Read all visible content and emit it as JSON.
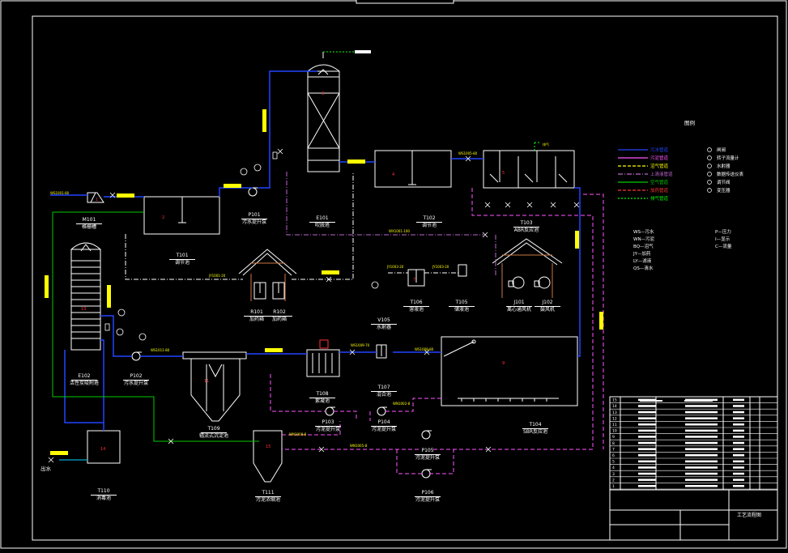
{
  "colors": {
    "background": "#000000",
    "frame": "#ffffff",
    "sewage": "#2244ff",
    "sludge": "#ff55ff",
    "gas": "#ffff00",
    "supernatant": "#bb66cc",
    "air": "#00cc00",
    "reagent": "#ff3333",
    "vent": "#00ff00",
    "equipment_id": "#ff3030",
    "line_tag": "#ffff00"
  },
  "top_tab": "",
  "legend": {
    "title": "图例",
    "lines": [
      {
        "label": "污水管道",
        "color": "#2244ff",
        "dash": ""
      },
      {
        "label": "污泥管道",
        "color": "#ff55ff",
        "dash": ""
      },
      {
        "label": "沼气管道",
        "color": "#ffff00",
        "dash": "4,2"
      },
      {
        "label": "上清液管道",
        "color": "#bb66cc",
        "dash": "6,2,1,2"
      },
      {
        "label": "空气管道",
        "color": "#00cc00",
        "dash": ""
      },
      {
        "label": "加药管道",
        "color": "#ff3333",
        "dash": "4,2"
      },
      {
        "label": "排气管道",
        "color": "#00ff00",
        "dash": "2,2"
      }
    ],
    "symbols": [
      "闸阀",
      "转子流量计",
      "水射器",
      "数据传送仪表",
      "调节阀",
      "变压器"
    ],
    "codes": [
      "WS—污水",
      "WN—污泥",
      "BQ—沼气",
      "JY—加药",
      "LY—滤液",
      "QS—清水"
    ],
    "instruments": [
      "P—压力",
      "I—显示",
      "C—流量"
    ]
  },
  "equipment": [
    {
      "code": "M101",
      "name": "格栅槽"
    },
    {
      "code": "P101",
      "name": "污水提升泵"
    },
    {
      "code": "E101",
      "name": "吹脱塔"
    },
    {
      "code": "T102",
      "name": "调节池"
    },
    {
      "code": "T103",
      "name": "ABR反应池"
    },
    {
      "code": "T101",
      "name": "调节池"
    },
    {
      "code": "R101",
      "name": "加药箱"
    },
    {
      "code": "R102",
      "name": "加药箱"
    },
    {
      "code": "T106",
      "name": "溶液池"
    },
    {
      "code": "T105",
      "name": "储液池"
    },
    {
      "code": "J101",
      "name": "离心通风机"
    },
    {
      "code": "J102",
      "name": "鼓风机"
    },
    {
      "code": "V105",
      "name": "水射器"
    },
    {
      "code": "E102",
      "name": "活性炭吸附塔"
    },
    {
      "code": "P102",
      "name": "污水提升泵"
    },
    {
      "code": "T108",
      "name": "絮凝池"
    },
    {
      "code": "T107",
      "name": "混合池"
    },
    {
      "code": "P103",
      "name": "污泥提升泵"
    },
    {
      "code": "P104",
      "name": "污泥提升泵"
    },
    {
      "code": "T104",
      "name": "SBR反应池"
    },
    {
      "code": "T109",
      "name": "辐流式沉淀池"
    },
    {
      "code": "P105",
      "name": "污泥提升泵"
    },
    {
      "code": "P106",
      "name": "污泥提升泵"
    },
    {
      "code": "T110",
      "name": "消毒池"
    },
    {
      "code": "T111",
      "name": "污泥浓缩池"
    }
  ],
  "outlet_label": "出水",
  "vent_label": "排气",
  "title_block": {
    "drawing_title": "工艺流程图",
    "row_numbers": [
      "15",
      "14",
      "13",
      "12",
      "11",
      "10",
      "9",
      "8",
      "7",
      "6",
      "5",
      "4",
      "3",
      "2",
      "1"
    ]
  }
}
